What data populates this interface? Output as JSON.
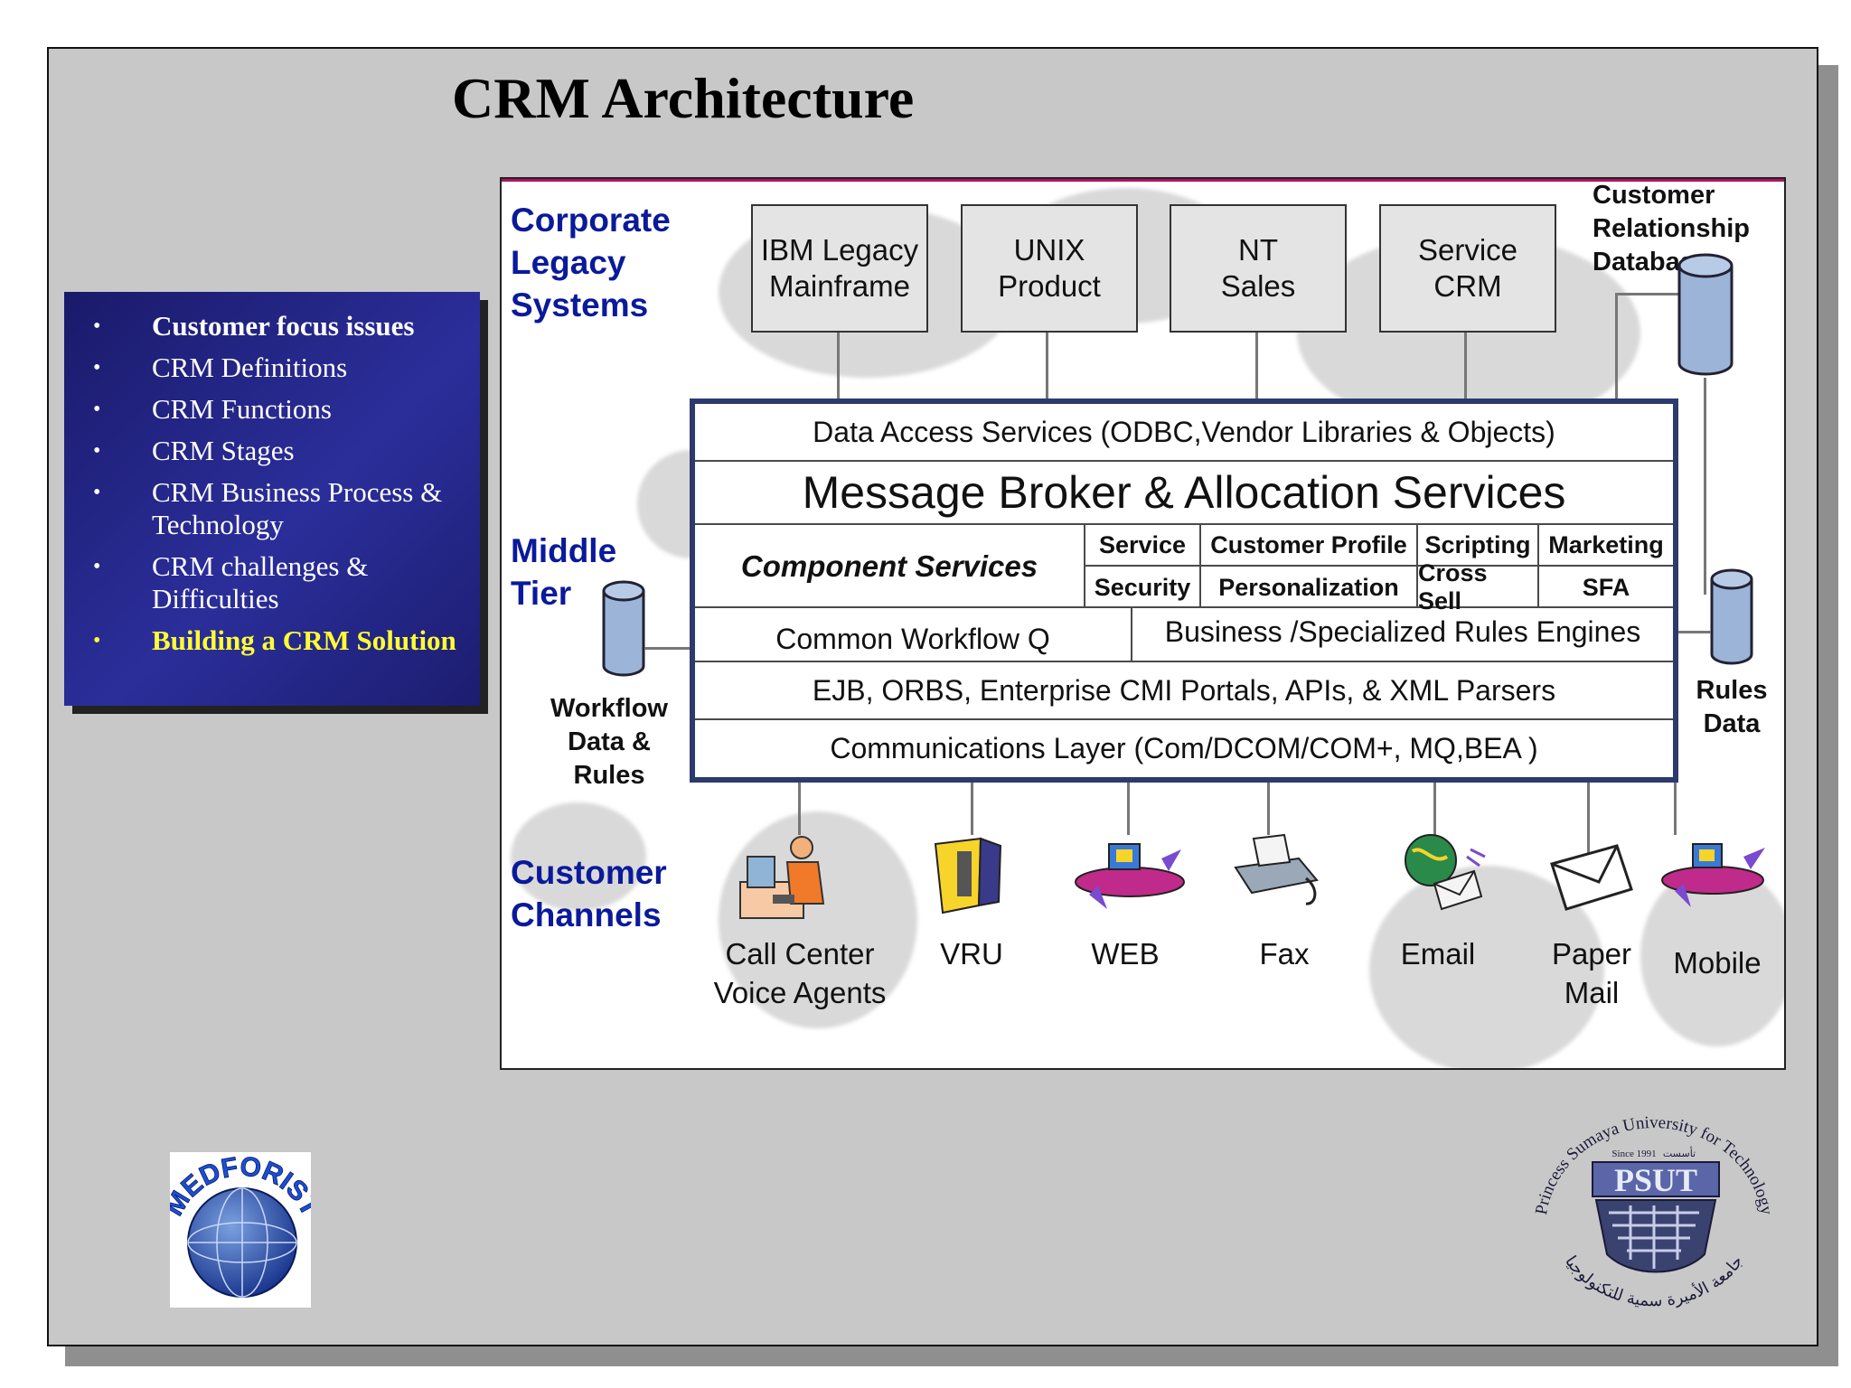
{
  "slide": {
    "title": "CRM Architecture"
  },
  "sidebar": {
    "items": [
      {
        "label": "Customer focus issues",
        "state": "bold"
      },
      {
        "label": "CRM Definitions",
        "state": "normal"
      },
      {
        "label": "CRM Functions",
        "state": "normal"
      },
      {
        "label": "CRM Stages",
        "state": "normal"
      },
      {
        "label": "CRM Business Process & Technology",
        "state": "normal"
      },
      {
        "label": "CRM challenges & Difficulties",
        "state": "normal"
      },
      {
        "label": "Building a CRM Solution",
        "state": "active"
      }
    ],
    "bullet": "•",
    "active_color": "#ffff33"
  },
  "diagram": {
    "sections": {
      "corporate": "Corporate\nLegacy\nSystems",
      "middle": "Middle\nTier",
      "channels": "Customer\nChannels"
    },
    "legacy_systems": [
      "IBM Legacy\nMainframe",
      "UNIX\nProduct",
      "NT\nSales",
      "Service\nCRM"
    ],
    "databases": {
      "crm_db": "Customer\nRelationship\nDatabase",
      "workflow_db": "Workflow\nData &\nRules",
      "rules_db": "Rules\nData"
    },
    "middle_tier": {
      "data_access": "Data Access Services (ODBC,Vendor Libraries & Objects)",
      "message_broker": "Message Broker & Allocation Services",
      "component_services": "Component Services",
      "components": [
        "Service",
        "Customer Profile",
        "Scripting",
        "Marketing",
        "Security",
        "Personalization",
        "Cross Sell",
        "SFA"
      ],
      "workflow_q": "Common Workflow Q",
      "rules_engines": "Business /Specialized Rules Engines",
      "ejb": "EJB, ORBS, Enterprise CMI Portals, APIs, & XML Parsers",
      "communications": "Communications Layer (Com/DCOM/COM+, MQ,BEA )"
    },
    "channels": [
      {
        "label": "Call Center\nVoice Agents",
        "icon": "call-center-agent-icon"
      },
      {
        "label": "VRU",
        "icon": "vru-icon"
      },
      {
        "label": "WEB",
        "icon": "web-saucer-icon"
      },
      {
        "label": "Fax",
        "icon": "fax-machine-icon"
      },
      {
        "label": "Email",
        "icon": "email-globe-icon"
      },
      {
        "label": "Paper\nMail",
        "icon": "envelope-icon"
      },
      {
        "label": "Mobile",
        "icon": "mobile-saucer-icon"
      }
    ],
    "colors": {
      "section_label": "#0a1a9a",
      "middle_tier_border": "#2c3a6e",
      "cylinder": "#9bb4d8"
    }
  },
  "logos": {
    "left": "MEDFORIST",
    "right_ring": "Princess Sumaya University for Technology",
    "right_since": "Since 1991",
    "right_arabic": "تأسست",
    "right_mark": "PSUT",
    "right_arabic_ring": "جامعة الأميرة سمية للتكنولوجيا"
  }
}
